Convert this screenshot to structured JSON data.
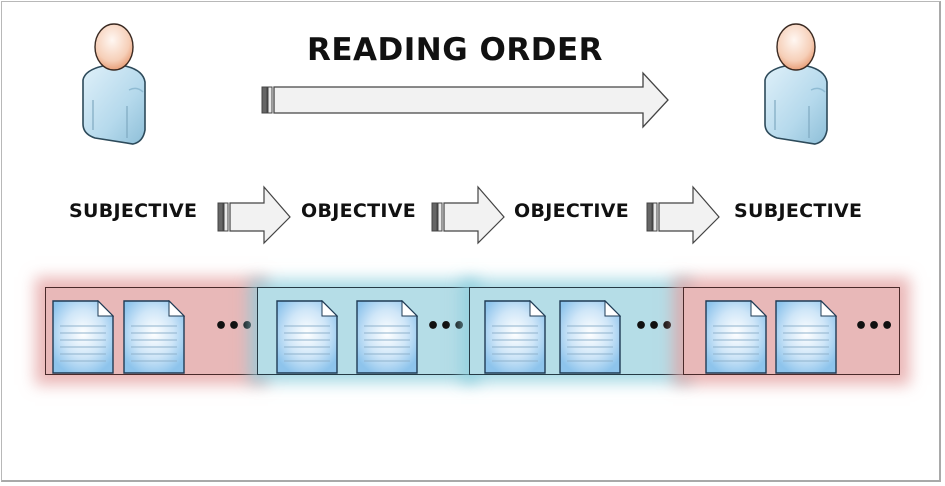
{
  "diagram": {
    "title": "READING ORDER",
    "actors": [
      {
        "role": "start",
        "icon": "person-icon"
      },
      {
        "role": "end",
        "icon": "person-icon"
      }
    ],
    "stages": [
      {
        "label": "SUBJECTIVE",
        "type": "subjective"
      },
      {
        "label": "OBJECTIVE",
        "type": "objective"
      },
      {
        "label": "OBJECTIVE",
        "type": "objective"
      },
      {
        "label": "SUBJECTIVE",
        "type": "subjective"
      }
    ],
    "segments": [
      {
        "type": "subjective",
        "documents": 2,
        "ellipsis": "•••"
      },
      {
        "type": "objective",
        "documents": 2,
        "ellipsis": "•••"
      },
      {
        "type": "objective",
        "documents": 2,
        "ellipsis": "•••"
      },
      {
        "type": "subjective",
        "documents": 2,
        "ellipsis": "•••"
      }
    ],
    "colors": {
      "subjective_fill": "#e8b8b8",
      "objective_fill": "#b5dde7",
      "arrow_fill": "#f2f2f2",
      "arrow_stroke": "#555555",
      "doc_fill": "#a9d3f2",
      "person_body": "#b9dcef",
      "person_head": "#f7d3c0"
    }
  }
}
